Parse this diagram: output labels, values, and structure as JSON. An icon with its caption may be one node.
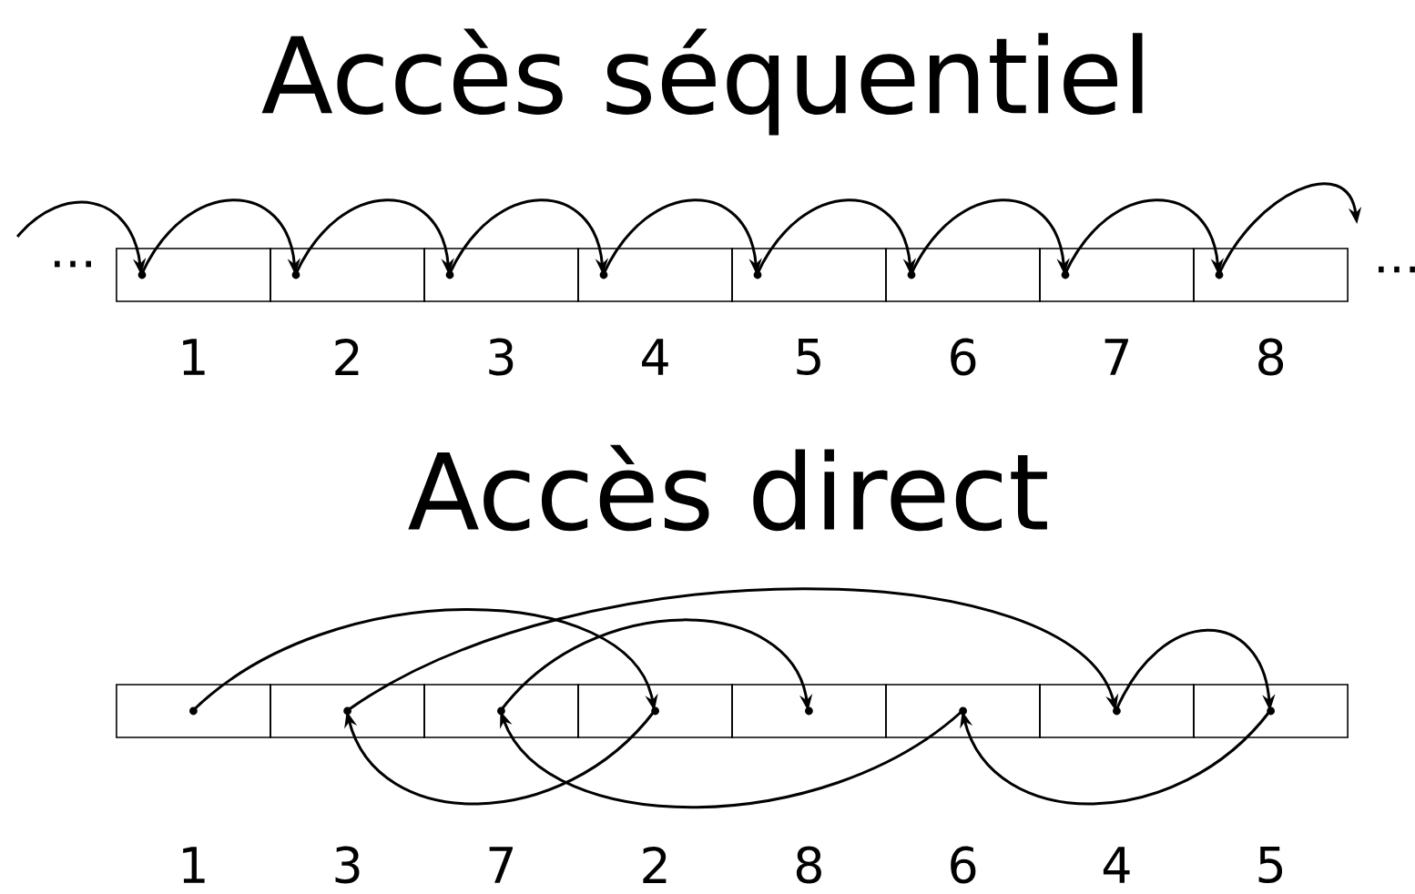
{
  "diagram": {
    "nodes": [
      {
        "text": [],
        "shape": "box",
        "beside": [
          "1"
        ]
      },
      {
        "text": [],
        "shape": "box",
        "beside": [
          "2"
        ]
      },
      {
        "text": [],
        "shape": "box",
        "beside": [
          "3"
        ]
      },
      {
        "text": [],
        "shape": "box",
        "beside": [
          "4"
        ]
      },
      {
        "text": [],
        "shape": "box",
        "beside": [
          "5"
        ]
      },
      {
        "text": [],
        "shape": "box",
        "beside": [
          "6"
        ]
      },
      {
        "text": [],
        "shape": "box",
        "beside": [
          "7"
        ]
      },
      {
        "text": [],
        "shape": "box",
        "beside": [
          "8"
        ]
      },
      {
        "text": [],
        "shape": "box",
        "beside": [
          "1"
        ]
      },
      {
        "text": [],
        "shape": "box",
        "beside": [
          "3"
        ]
      },
      {
        "text": [],
        "shape": "box",
        "beside": [
          "7"
        ]
      },
      {
        "text": [],
        "shape": "box",
        "beside": [
          "2"
        ]
      },
      {
        "text": [],
        "shape": "box",
        "beside": [
          "8"
        ]
      },
      {
        "text": [],
        "shape": "box",
        "beside": [
          "6"
        ]
      },
      {
        "text": [],
        "shape": "box",
        "beside": [
          "4"
        ]
      },
      {
        "text": [],
        "shape": "box",
        "beside": [
          "5"
        ]
      }
    ],
    "edges": [
      {
        "from": null,
        "to": 0,
        "arrow": "to"
      },
      {
        "from": 0,
        "to": 1,
        "arrow": "to"
      },
      {
        "from": 1,
        "to": 2,
        "arrow": "to"
      },
      {
        "from": 2,
        "to": 3,
        "arrow": "to"
      },
      {
        "from": 3,
        "to": 4,
        "arrow": "to"
      },
      {
        "from": 4,
        "to": 5,
        "arrow": "to"
      },
      {
        "from": 5,
        "to": 6,
        "arrow": "to"
      },
      {
        "from": 6,
        "to": 7,
        "arrow": "to"
      },
      {
        "from": 7,
        "to": null,
        "arrow": "to"
      },
      {
        "from": 8,
        "to": 11,
        "arrow": "to"
      },
      {
        "from": 11,
        "to": 9,
        "arrow": "to"
      },
      {
        "from": 9,
        "to": 14,
        "arrow": "to"
      },
      {
        "from": 14,
        "to": 15,
        "arrow": "to"
      },
      {
        "from": 15,
        "to": 13,
        "arrow": "to"
      },
      {
        "from": 13,
        "to": 10,
        "arrow": "to"
      },
      {
        "from": 10,
        "to": 12,
        "arrow": "to"
      }
    ],
    "labels": [
      "Accès séquentiel",
      "...",
      "...",
      "Accès direct"
    ]
  }
}
